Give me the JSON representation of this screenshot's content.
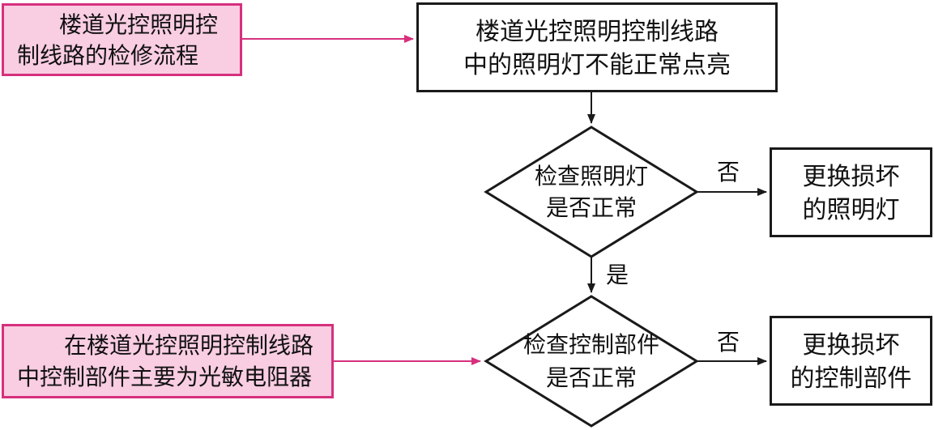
{
  "notes": {
    "process_note": {
      "line1": "楼道光控照明控",
      "line2": "制线路的检修流程"
    },
    "component_note": {
      "line1": "在楼道光控照明控制线路",
      "line2": "中控制部件主要为光敏电阻器"
    }
  },
  "fault_box": {
    "line1": "楼道光控照明控制线路",
    "line2": "中的照明灯不能正常点亮"
  },
  "decision_lamp": {
    "line1": "检查照明灯",
    "line2": "是否正常"
  },
  "decision_control": {
    "line1": "检查控制部件",
    "line2": "是否正常"
  },
  "action_lamp": {
    "line1": "更换损坏",
    "line2": "的照明灯"
  },
  "action_control": {
    "line1": "更换损坏",
    "line2": "的控制部件"
  },
  "labels": {
    "no_1": "否",
    "yes": "是",
    "no_2": "否"
  },
  "colors": {
    "note_fill": "#f9cde2",
    "note_border": "#d6307e",
    "note_arrow": "#d6307e",
    "flow_line": "#1a1a1a"
  }
}
